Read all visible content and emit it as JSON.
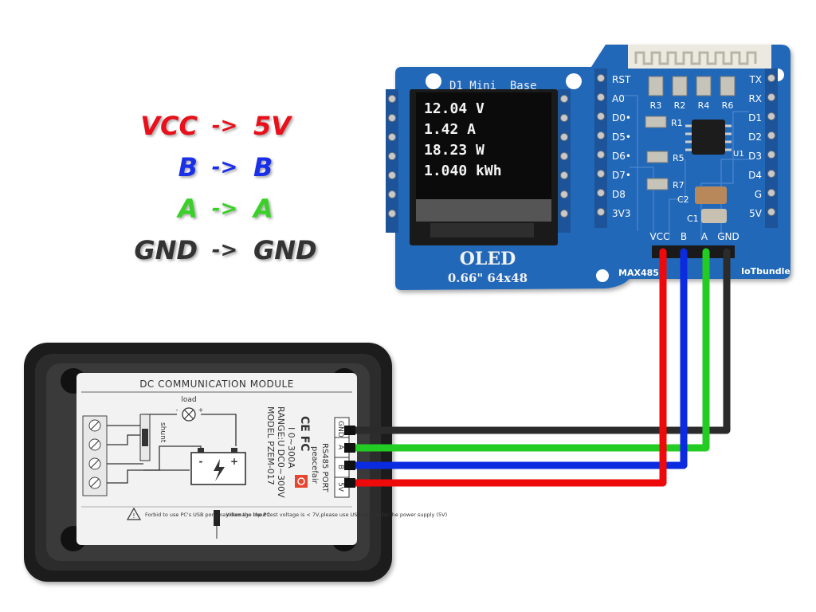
{
  "legend": [
    {
      "from": "VCC",
      "arrow": "->",
      "to": "5V",
      "color": "#e8101a"
    },
    {
      "from": "B",
      "arrow": "->",
      "to": "B",
      "color": "#1a2fe8"
    },
    {
      "from": "A",
      "arrow": "->",
      "to": "A",
      "color": "#39d128"
    },
    {
      "from": "GND",
      "arrow": "->",
      "to": "GND",
      "color": "#333333"
    }
  ],
  "wire_colors": {
    "gnd": "#2b2b2b",
    "a": "#22cc22",
    "b": "#0a2be0",
    "vcc": "#ee0a0a"
  },
  "board": {
    "header_label": "D1 Mini  Base",
    "left_pins": [
      "RST",
      "A0",
      "D0•",
      "D5•",
      "D6•",
      "D7•",
      "D8",
      "3V3"
    ],
    "right_pins": [
      "TX",
      "RX",
      "D1",
      "D2",
      "D3",
      "D4",
      "G",
      "5V"
    ],
    "resistors_top": [
      "R3",
      "R2",
      "R4",
      "R6"
    ],
    "r1": "R1",
    "r5": "R5",
    "r7": "R7",
    "c2": "C2",
    "c1": "C1",
    "u1": "U1",
    "port_labels": [
      "VCC",
      "B",
      "A",
      "GND"
    ],
    "chip_label": "MAX485",
    "brand": "IoTbundle"
  },
  "oled": {
    "lines": [
      "12.04 V",
      "1.42 A",
      "18.23 W",
      "1.040 kWh"
    ],
    "label": "OLED",
    "size": "0.66\" 64x48"
  },
  "module": {
    "title": "DC COMMUNICATION MODULE",
    "model": "MODEL PZEM-017",
    "range_v": "RANGE:U DC0~300V",
    "range_i": "I 0~300A",
    "load": "load",
    "shunt": "shunt",
    "brand": "peacefair",
    "port_title": "RS485 PORT",
    "port_pins": [
      "GND",
      "A",
      "B",
      "5V"
    ],
    "warning": "Forbid to use PC's USB port may damage the PC",
    "note": "When the input test voltage is < 7V,please use USB port to be the power supply (5V)"
  }
}
